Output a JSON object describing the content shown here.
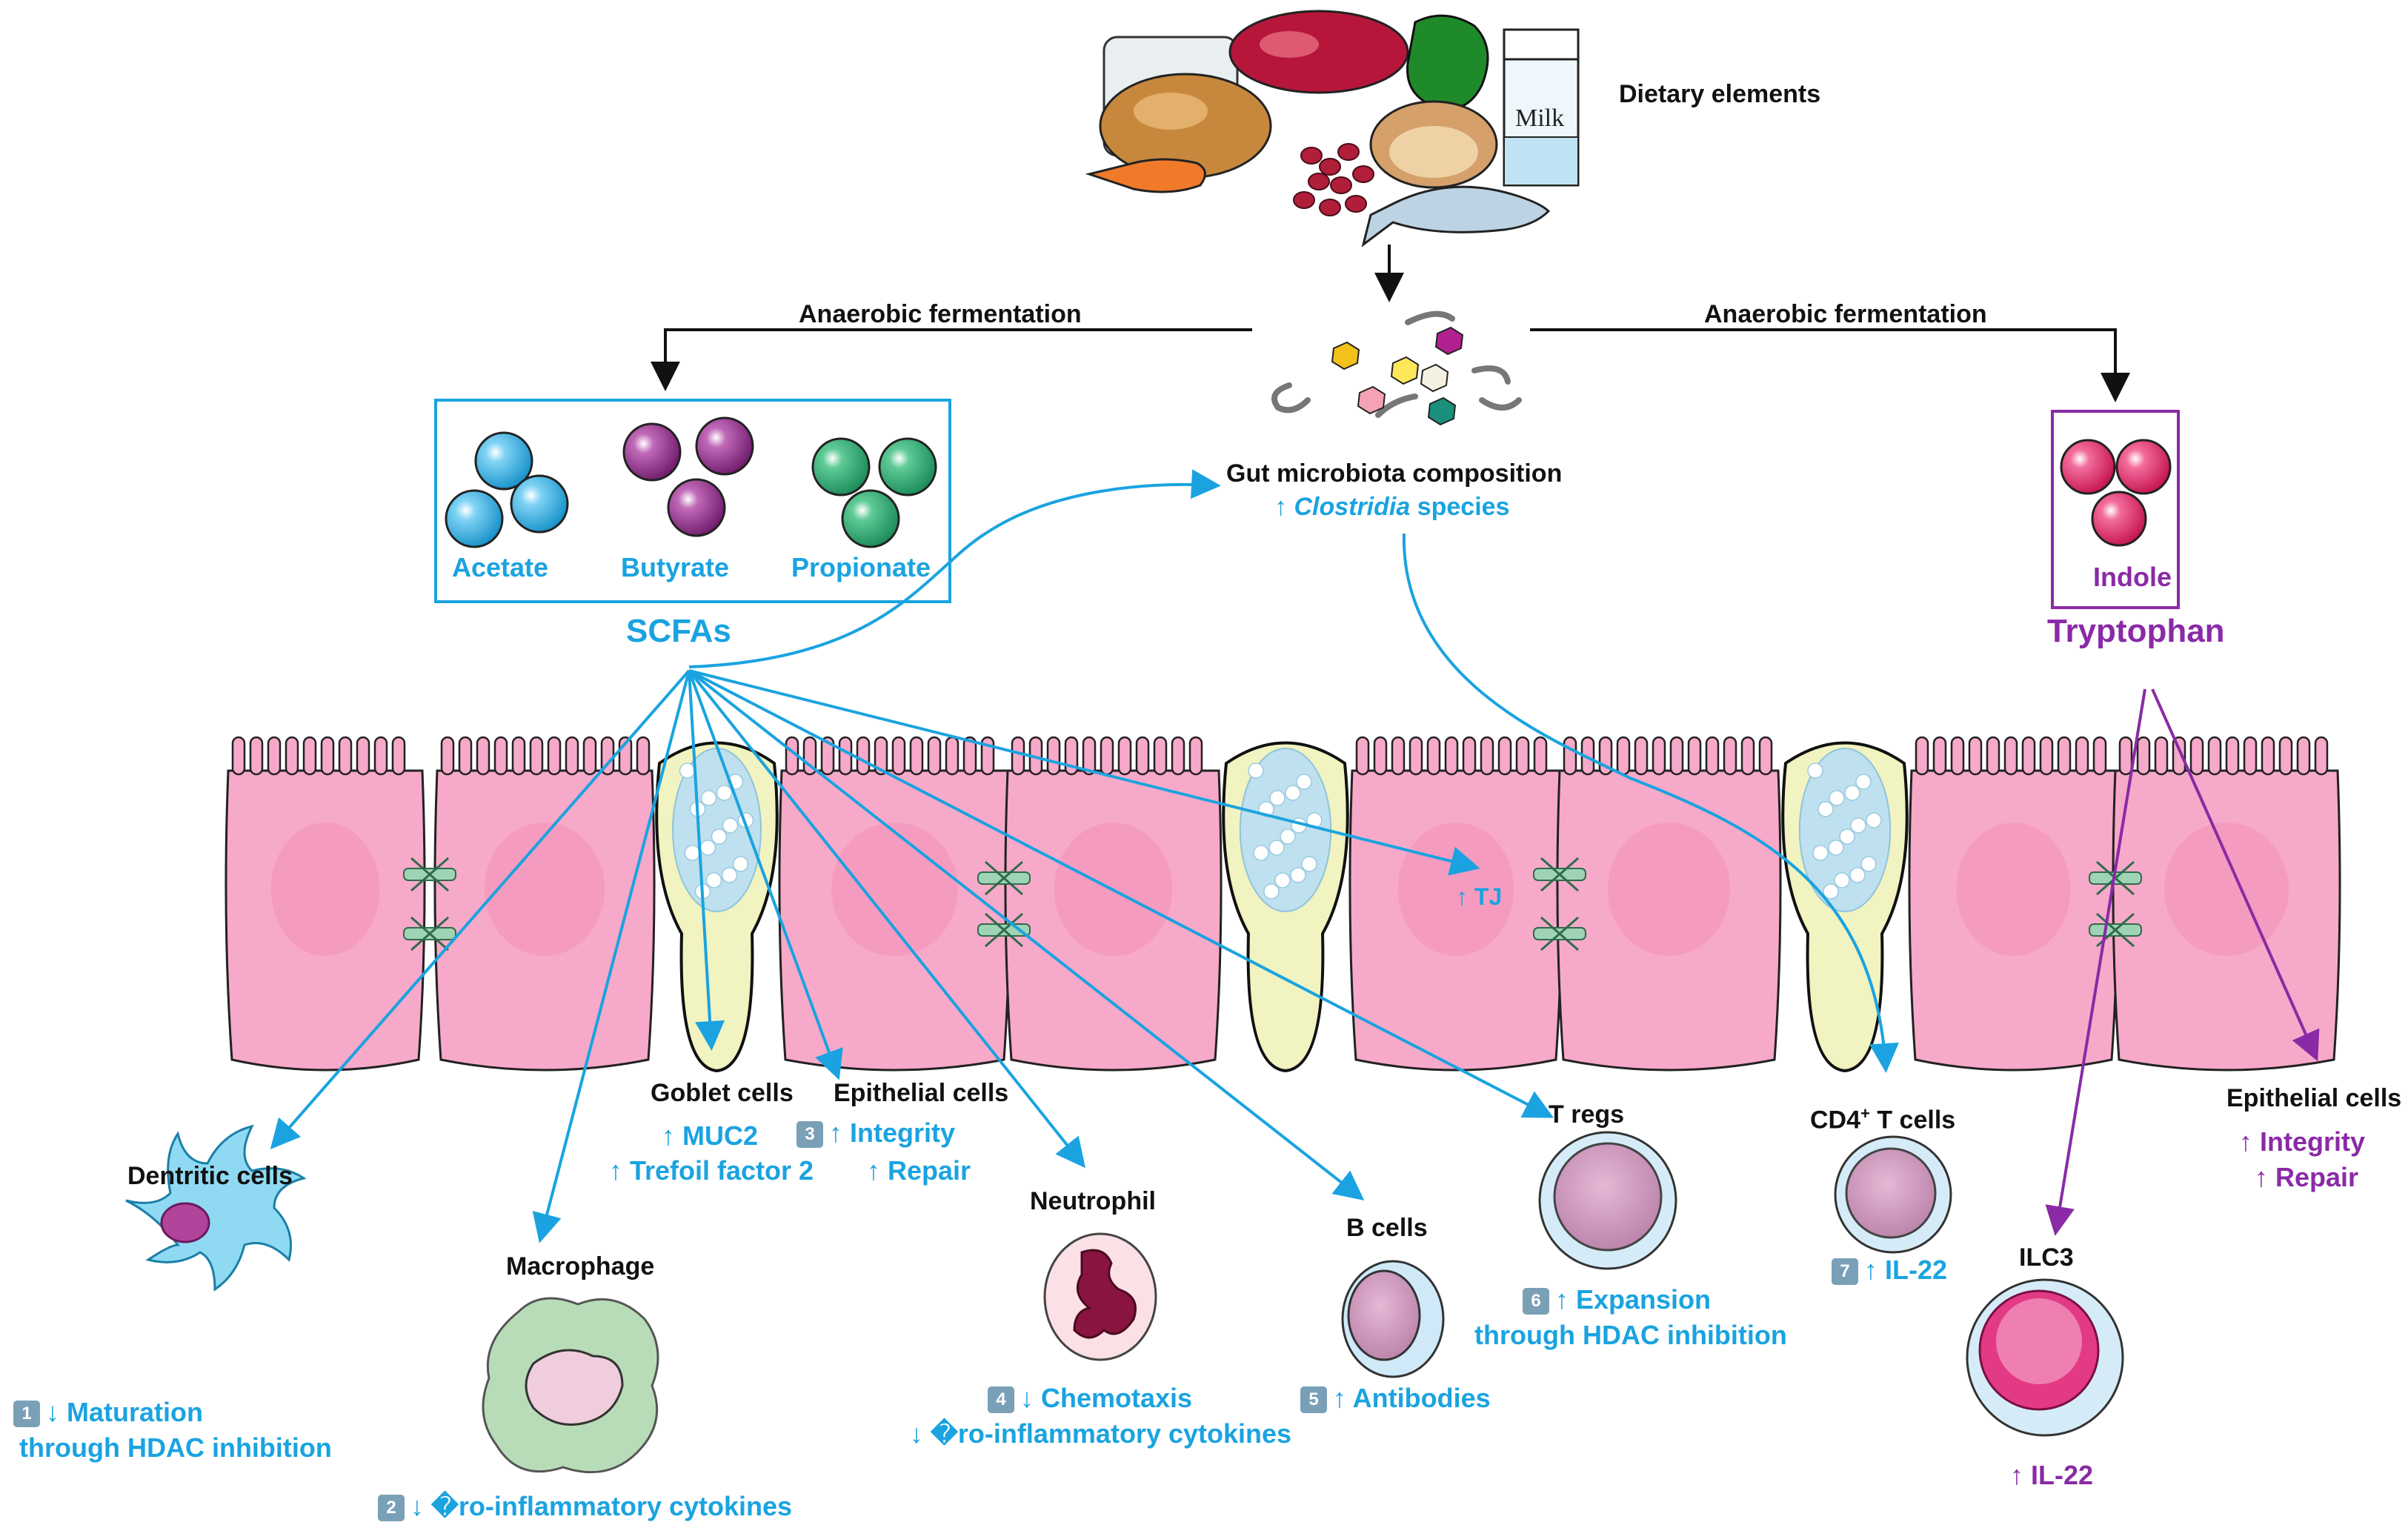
{
  "labels": {
    "dietary": "Dietary elements",
    "ferm_left": "Anaerobic fermentation",
    "ferm_right": "Anaerobic fermentation",
    "acetate": "Acetate",
    "butyrate": "Butyrate",
    "propionate": "Propionate",
    "scfas": "SCFAs",
    "gut_title": "Gut microbiota composition",
    "gut_sub_prefix": "↑ ",
    "gut_sub_italic": "Clostridia",
    "gut_sub_suffix": " species",
    "indole": "Indole",
    "tryptophan": "Tryptophan",
    "tj": "↑ TJ",
    "milk": "Milk"
  },
  "cells": {
    "dendritic": {
      "title": "Dentritic cells",
      "num": "1",
      "line1": "↓ Maturation",
      "line2": "through HDAC inhibition"
    },
    "macrophage": {
      "title": "Macrophage",
      "num": "2",
      "line1": "↓ �ro-inflammatory cytokines"
    },
    "goblet": {
      "title": "Goblet cells",
      "line1": "↑ MUC2",
      "line2": "↑ Trefoil factor 2"
    },
    "epithelial_left": {
      "title": "Epithelial cells",
      "num": "3",
      "line1": "↑ Integrity",
      "line2": "↑ Repair"
    },
    "neutrophil": {
      "title": "Neutrophil",
      "num": "4",
      "line1": "↓ Chemotaxis",
      "line2": "↓ �ro-inflammatory cytokines"
    },
    "bcells": {
      "title": "B cells",
      "num": "5",
      "line1": "↑ Antibodies"
    },
    "tregs": {
      "title": "T regs",
      "num": "6",
      "line1": "↑ Expansion",
      "line2": "through HDAC inhibition"
    },
    "cd4": {
      "title_main": "CD4",
      "title_sup": "+",
      "title_rest": " T cells",
      "num": "7",
      "line1": "↑ IL-22"
    },
    "ilc3": {
      "title": "ILC3",
      "line1": "↑ IL-22"
    },
    "epithelial_right": {
      "title": "Epithelial cells",
      "line1": "↑ Integrity",
      "line2": "↑ Repair"
    }
  },
  "colors": {
    "scfa_blue": "#1aa3e0",
    "tryptophan_purple": "#8a2aa6",
    "epithelium_pink": "#f7a9c9",
    "goblet_yellow": "#f1f3c0"
  }
}
